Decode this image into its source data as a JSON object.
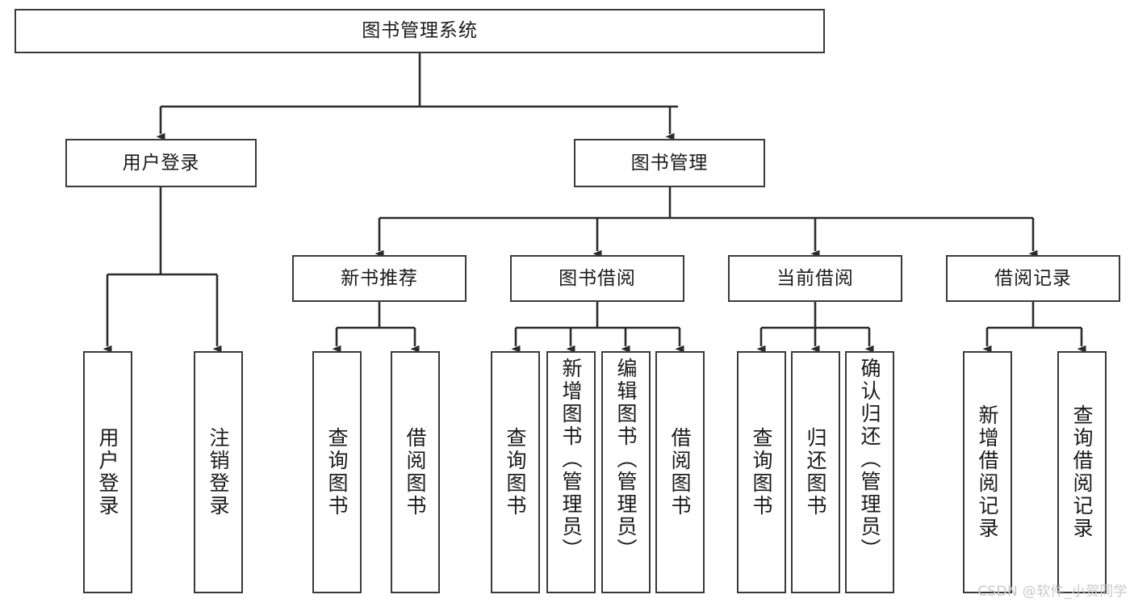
{
  "diagram": {
    "type": "tree",
    "title": "图书管理系统",
    "watermark": "CSDN @软件_小贺同学",
    "colors": {
      "background": "#ffffff",
      "box_border": "#3a3a3a",
      "edge": "#2b2b2b",
      "text": "#1a1a1a",
      "watermark": "#c9c9c9"
    },
    "nodes": {
      "root": {
        "label": "图书管理系统"
      },
      "level2": [
        {
          "id": "user-login",
          "label": "用户登录"
        },
        {
          "id": "book-manage",
          "label": "图书管理"
        }
      ],
      "level3": [
        {
          "id": "new-book-recommend",
          "label": "新书推荐"
        },
        {
          "id": "book-borrow",
          "label": "图书借阅"
        },
        {
          "id": "current-borrow",
          "label": "当前借阅"
        },
        {
          "id": "borrow-record",
          "label": "借阅记录"
        }
      ],
      "leaves": {
        "user-login": [
          {
            "id": "leaf-user-login",
            "label": "用户登录"
          },
          {
            "id": "leaf-logout-login",
            "label": "注销登录"
          }
        ],
        "new-book-recommend": [
          {
            "id": "leaf-query-book-1",
            "label": "查询图书"
          },
          {
            "id": "leaf-borrow-book-1",
            "label": "借阅图书"
          }
        ],
        "book-borrow": [
          {
            "id": "leaf-query-book-2",
            "label": "查询图书"
          },
          {
            "id": "leaf-add-book-admin",
            "label": "新增图书（管理员）"
          },
          {
            "id": "leaf-edit-book-admin",
            "label": "编辑图书（管理员）"
          },
          {
            "id": "leaf-borrow-book-2",
            "label": "借阅图书"
          }
        ],
        "current-borrow": [
          {
            "id": "leaf-query-book-3",
            "label": "查询图书"
          },
          {
            "id": "leaf-return-book",
            "label": "归还图书"
          },
          {
            "id": "leaf-confirm-return-admin",
            "label": "确认归还（管理员）"
          }
        ],
        "borrow-record": [
          {
            "id": "leaf-add-borrow-record",
            "label": "新增借阅记录"
          },
          {
            "id": "leaf-query-borrow-record",
            "label": "查询借阅记录"
          }
        ]
      }
    }
  }
}
